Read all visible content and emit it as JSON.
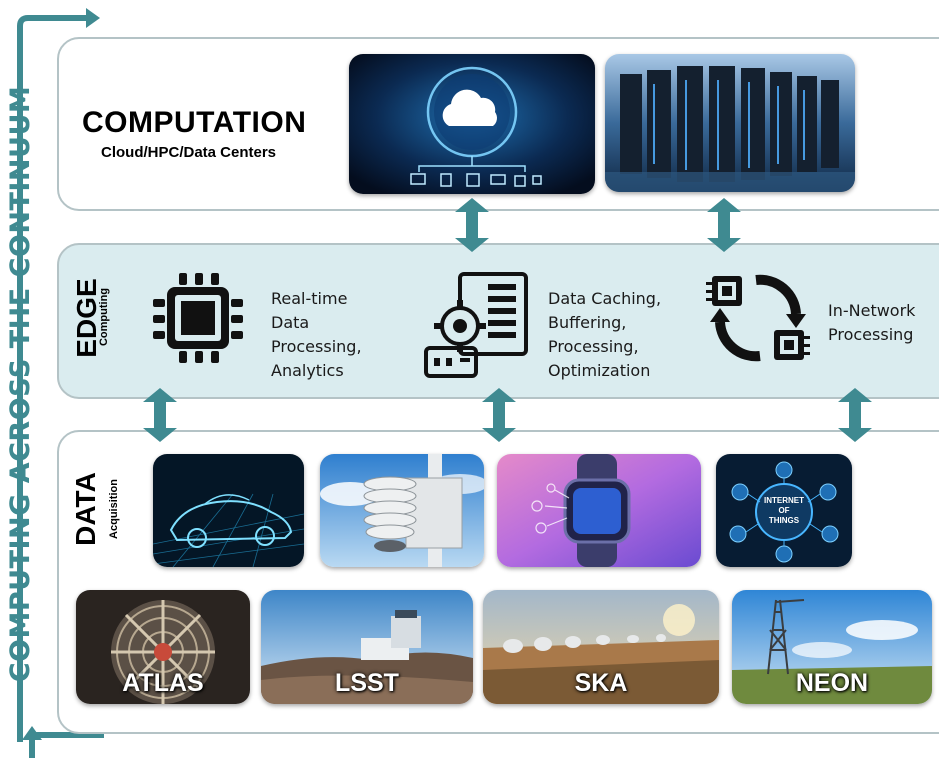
{
  "side_title": "COMPUTING ACROSS THE CONTINUUM",
  "computation": {
    "title": "COMPUTATION",
    "subtitle": "Cloud/HPC/Data Centers"
  },
  "edge": {
    "title": "EDGE",
    "subtitle": "Computing",
    "items": [
      {
        "icon": "chip-icon",
        "lines": [
          "Real-time",
          "Data",
          "Processing,",
          "Analytics"
        ]
      },
      {
        "icon": "server-gear-icon",
        "lines": [
          "Data Caching,",
          "Buffering,",
          "Processing,",
          "Optimization"
        ]
      },
      {
        "icon": "network-chips-icon",
        "lines": [
          "In-Network",
          "Processing"
        ]
      }
    ]
  },
  "data": {
    "title": "DATA",
    "subtitle": "Acquisition",
    "iot_badge": [
      "INTERNET",
      "OF",
      "THINGS"
    ],
    "sites": [
      "ATLAS",
      "LSST",
      "SKA",
      "NEON"
    ]
  },
  "colors": {
    "teal": "#3f8a91",
    "edge_panel": "#daecef",
    "panel_border": "#b4c3c6"
  }
}
